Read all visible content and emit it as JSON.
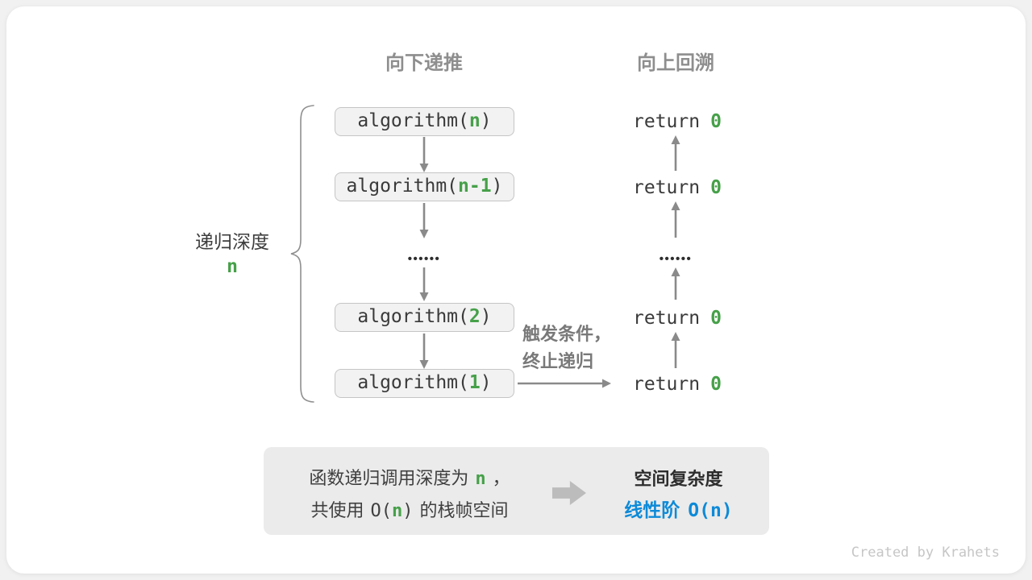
{
  "titles": {
    "descend": "向下递推",
    "backtrack": "向上回溯"
  },
  "depth": {
    "label": "递归深度",
    "var": "n"
  },
  "calls": {
    "prefix": "algorithm(",
    "suffix": ")",
    "args": [
      "n",
      "n-1",
      "2",
      "1"
    ]
  },
  "dots": "••••••",
  "returns": {
    "keyword": "return",
    "value": "0"
  },
  "trigger": {
    "line1": "触发条件，",
    "line2": "终止递归"
  },
  "summary": {
    "l1_a": "函数递归调用深度为",
    "l1_var": "n",
    "l1_b": "，",
    "l2_a": "共使用",
    "l2_o": "O(",
    "l2_var": "n",
    "l2_c": ")",
    "l2_b": "的栈帧空间",
    "result_title": "空间复杂度",
    "result_a": "线性阶",
    "result_o": "O(",
    "result_var": "n",
    "result_c": ")"
  },
  "footer": {
    "credit": "Created by Krahets"
  },
  "colors": {
    "green": "#46a049",
    "blue": "#0d8ad8",
    "arrow": "#8a8a8a"
  }
}
